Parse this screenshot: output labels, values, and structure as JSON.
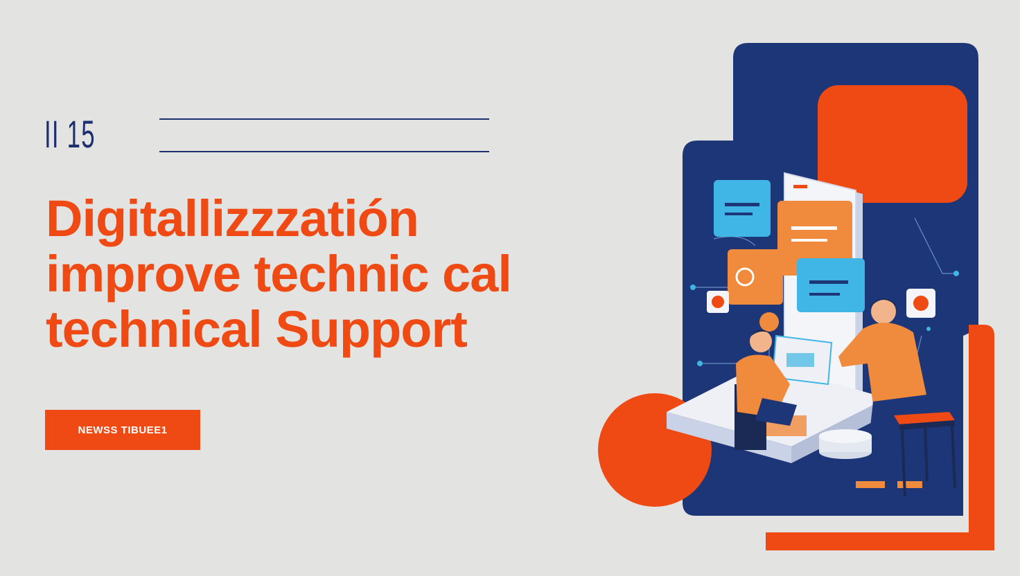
{
  "issue": {
    "number": "II 15"
  },
  "headline": {
    "lines": [
      "Digitallizzzatión",
      "improve technic cal",
      "technical Support"
    ]
  },
  "tag": {
    "label": "NEWSS TIBUEE1"
  },
  "illustration": {
    "subject": "two people working at laptops in front of a large smartphone with chat bubbles",
    "colors": {
      "navy": "#1d3677",
      "orange": "#f04a14",
      "light_blue": "#3fb6e6",
      "white": "#f4f5f8"
    }
  },
  "colors": {
    "background": "#e3e3e1",
    "accent": "#f04a14",
    "primary": "#1d2f6f"
  }
}
